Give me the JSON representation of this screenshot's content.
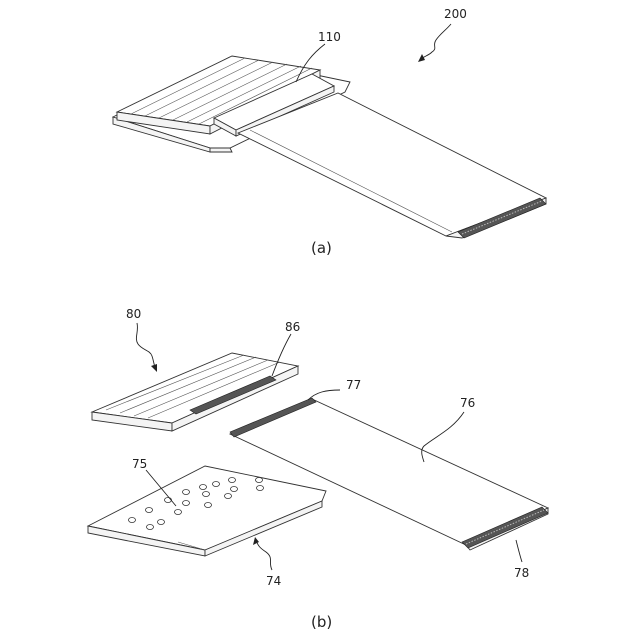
{
  "figure_a": {
    "caption": "(a)",
    "labels": {
      "assembly": "200",
      "cover": "110"
    }
  },
  "figure_b": {
    "caption": "(b)",
    "labels": {
      "top_block": "80",
      "top_block_slot": "86",
      "cable_edge": "77",
      "cable": "76",
      "contacts": "78",
      "holes": "75",
      "base_plate": "74"
    }
  }
}
